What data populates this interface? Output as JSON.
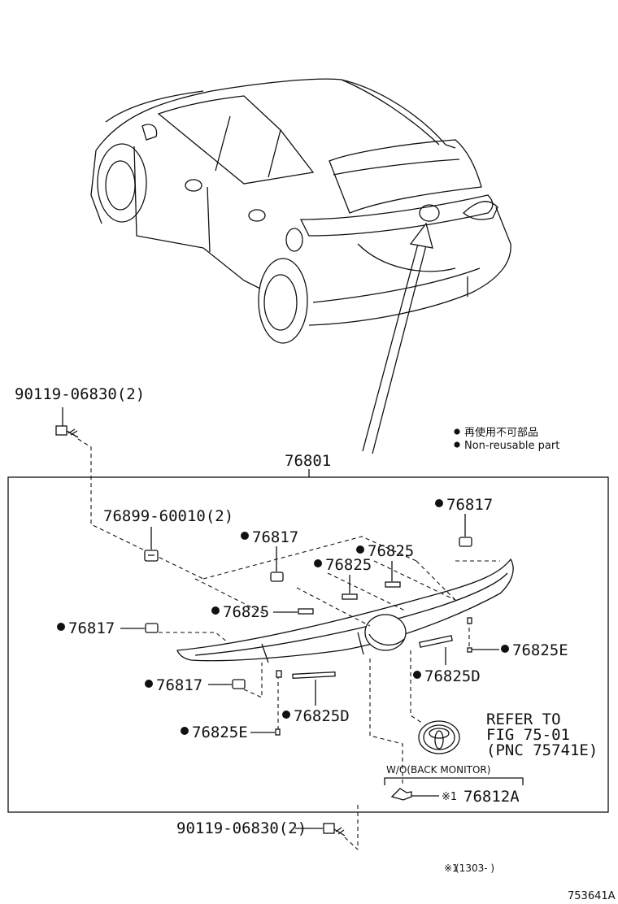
{
  "legend": {
    "line_jp": "再使用不可部品",
    "line_en": "Non-reusable part"
  },
  "assembly": {
    "number": "76801"
  },
  "callouts": {
    "bolt_top": "90119-06830(2)",
    "bolt_bottom": "90119-06830(2)",
    "clip": "76899-60010(2)",
    "c_76817_a": "76817",
    "c_76817_b": "76817",
    "c_76817_c": "76817",
    "c_76817_d": "76817",
    "c_76825_a": "76825",
    "c_76825_b": "76825",
    "c_76825_c": "76825",
    "c_76825E_right": "76825E",
    "c_76825E_left": "76825E",
    "c_76825D_right": "76825D",
    "c_76825D_left": "76825D",
    "c_76812A": "76812A",
    "c_76812A_mark": "※1"
  },
  "refer": {
    "line1": "REFER TO",
    "line2": "FIG 75-01",
    "line3": "(PNC 75741E)"
  },
  "variant": {
    "label": "W/O(BACK MONITOR)"
  },
  "footnote": {
    "mark": "※1",
    "text": "(1303-      )"
  },
  "drawing_id": "753641A",
  "colors": {
    "line": "#111111",
    "background": "#ffffff"
  }
}
